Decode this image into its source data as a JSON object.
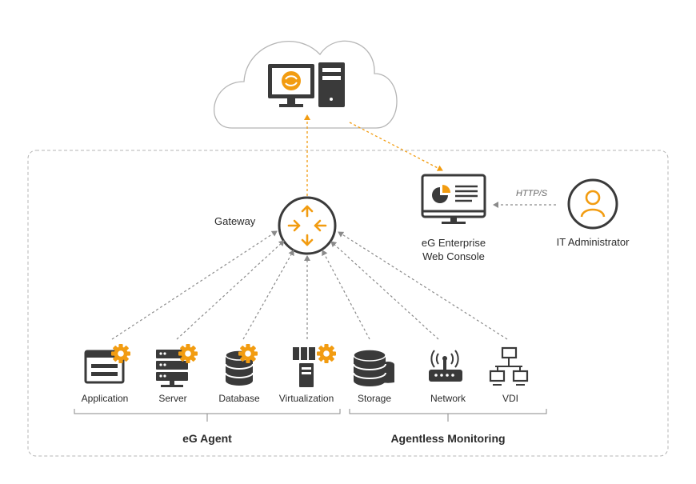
{
  "gateway": {
    "label": "Gateway"
  },
  "console": {
    "line1": "eG Enterprise",
    "line2": "Web Console"
  },
  "admin": {
    "label": "IT Administrator"
  },
  "protocol": {
    "label": "HTTP/S"
  },
  "agent_components": [
    {
      "label": "Application",
      "icon": "application-window-icon"
    },
    {
      "label": "Server",
      "icon": "server-rack-icon"
    },
    {
      "label": "Database",
      "icon": "database-icon"
    },
    {
      "label": "Virtualization",
      "icon": "virtualization-icon"
    }
  ],
  "agentless_components": [
    {
      "label": "Storage",
      "icon": "storage-icon"
    },
    {
      "label": "Network",
      "icon": "network-router-icon"
    },
    {
      "label": "VDI",
      "icon": "vdi-network-icon"
    }
  ],
  "groups": {
    "agent": "eG Agent",
    "agentless": "Agentless Monitoring"
  },
  "colors": {
    "accent": "#f29c11",
    "dark": "#3a3a3a",
    "line": "#8a8a8a",
    "border": "#b5b5b5"
  }
}
